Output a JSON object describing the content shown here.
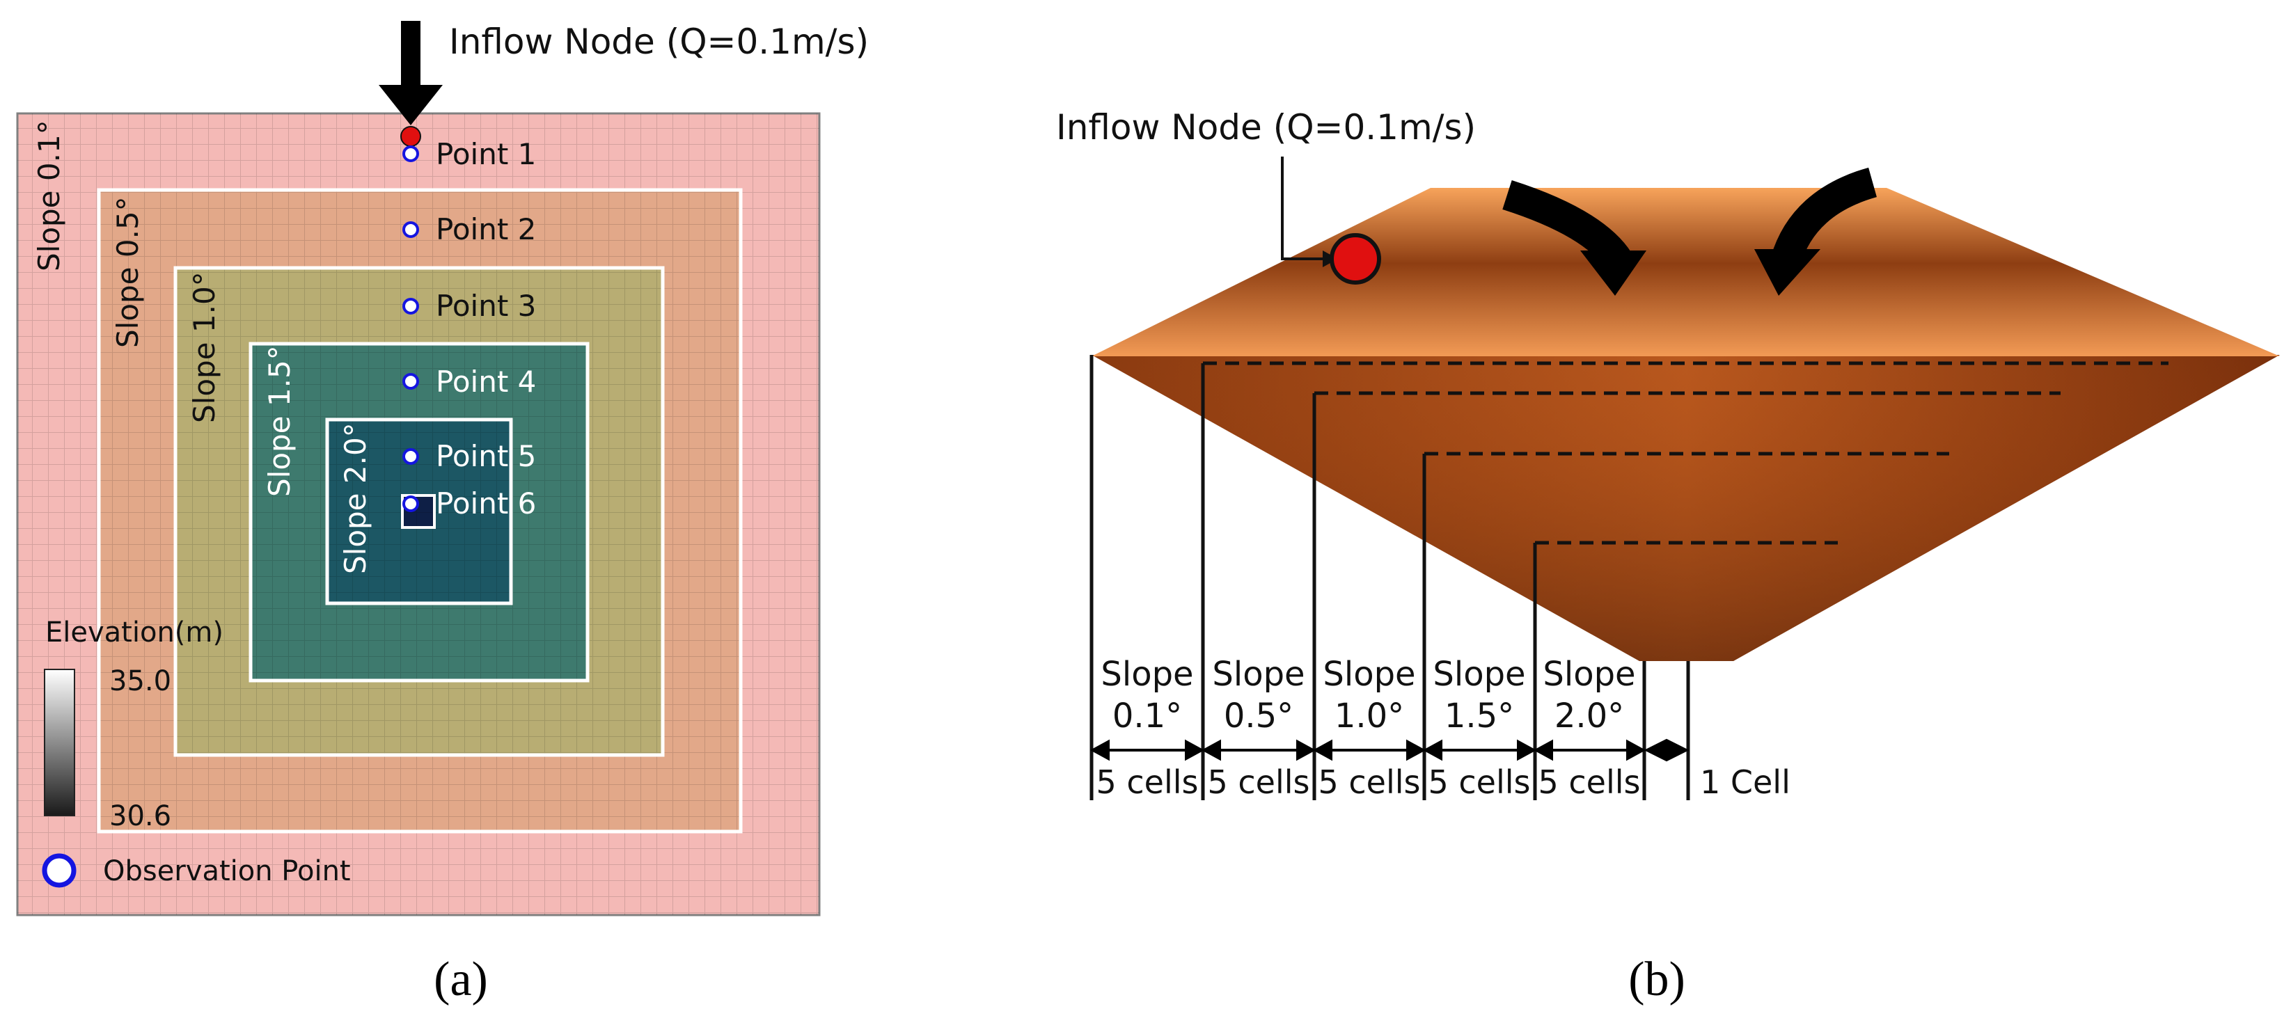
{
  "panel_a": {
    "caption": "(a)",
    "inflow_label": "Inflow Node (Q=0.1m/s)",
    "slopes": [
      "Slope 0.1°",
      "Slope 0.5°",
      "Slope 1.0°",
      "Slope 1.5°",
      "Slope 2.0°"
    ],
    "points": [
      "Point 1",
      "Point 2",
      "Point 3",
      "Point 4",
      "Point 5",
      "Point 6"
    ],
    "legend": {
      "title": "Elevation(m)",
      "max": "35.0",
      "min": "30.6",
      "observation_label": "Observation Point"
    },
    "colors": {
      "zone1": "#f4b9b6",
      "zone2": "#e2a889",
      "zone3": "#b8ad73",
      "zone4": "#3e7a6e",
      "zone5": "#1c5764",
      "center": "#0e1f46",
      "inflow": "#e01010",
      "observation": "#1515e0"
    }
  },
  "panel_b": {
    "caption": "(b)",
    "inflow_label": "Inflow Node (Q=0.1m/s)",
    "slope_words": [
      "Slope",
      "Slope",
      "Slope",
      "Slope",
      "Slope"
    ],
    "slope_values": [
      "0.1°",
      "0.5°",
      "1.0°",
      "1.5°",
      "2.0°"
    ],
    "cells": [
      "5 cells",
      "5 cells",
      "5 cells",
      "5 cells",
      "5 cells"
    ],
    "center_cell": "1 Cell",
    "colors": {
      "terrain_light": "#f7a35b",
      "terrain_dark": "#8a3a10",
      "inflow": "#e01010"
    }
  }
}
